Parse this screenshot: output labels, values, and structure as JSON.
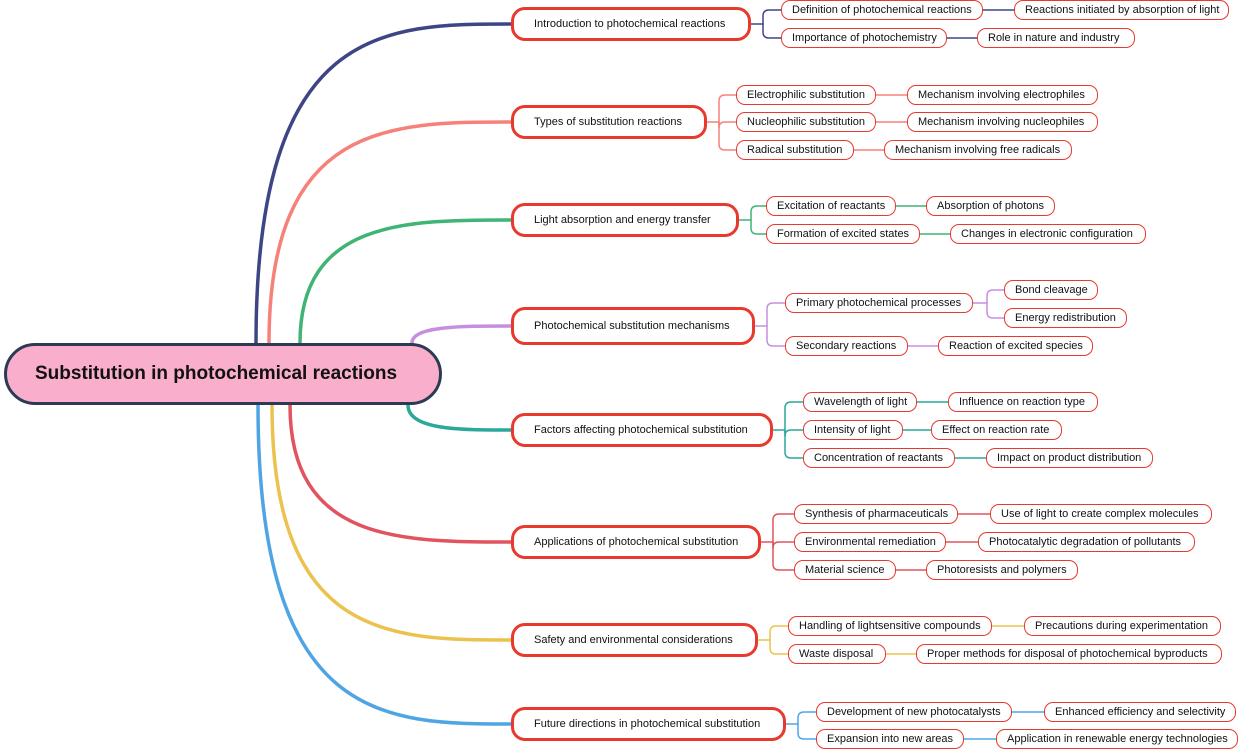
{
  "root": {
    "label": "Substitution in photochemical reactions"
  },
  "branches": [
    {
      "label": "Introduction to photochemical reactions",
      "color": "#3d4585",
      "children": [
        {
          "label": "Definition of photochemical reactions",
          "detail": "Reactions initiated by absorption of light"
        },
        {
          "label": "Importance of photochemistry",
          "detail": "Role in nature and industry"
        }
      ]
    },
    {
      "label": "Types of substitution reactions",
      "color": "#f6807a",
      "children": [
        {
          "label": "Electrophilic substitution",
          "detail": "Mechanism involving electrophiles"
        },
        {
          "label": "Nucleophilic substitution",
          "detail": "Mechanism involving nucleophiles"
        },
        {
          "label": "Radical substitution",
          "detail": "Mechanism involving free radicals"
        }
      ]
    },
    {
      "label": "Light absorption and energy transfer",
      "color": "#40b474",
      "children": [
        {
          "label": "Excitation of reactants",
          "detail": "Absorption of photons"
        },
        {
          "label": "Formation of excited states",
          "detail": "Changes in electronic configuration"
        }
      ]
    },
    {
      "label": "Photochemical substitution mechanisms",
      "color": "#c48fe0",
      "children": [
        {
          "label": "Primary photochemical processes",
          "details": [
            "Bond cleavage",
            "Energy redistribution"
          ]
        },
        {
          "label": "Secondary reactions",
          "detail": "Reaction of excited species"
        }
      ]
    },
    {
      "label": "Factors affecting photochemical substitution",
      "color": "#2aa89a",
      "children": [
        {
          "label": "Wavelength of light",
          "detail": "Influence on reaction type"
        },
        {
          "label": "Intensity of light",
          "detail": "Effect on reaction rate"
        },
        {
          "label": "Concentration of reactants",
          "detail": "Impact on product distribution"
        }
      ]
    },
    {
      "label": "Applications of photochemical substitution",
      "color": "#e0535f",
      "children": [
        {
          "label": "Synthesis of pharmaceuticals",
          "detail": "Use of light to create complex molecules"
        },
        {
          "label": "Environmental remediation",
          "detail": "Photocatalytic degradation of pollutants"
        },
        {
          "label": "Material science",
          "detail": "Photoresists and polymers"
        }
      ]
    },
    {
      "label": "Safety and environmental considerations",
      "color": "#ecc24e",
      "children": [
        {
          "label": "Handling of lightsensitive compounds",
          "detail": "Precautions during experimentation"
        },
        {
          "label": "Waste disposal",
          "detail": "Proper methods for disposal of photochemical byproducts"
        }
      ]
    },
    {
      "label": "Future directions in photochemical substitution",
      "color": "#4fa5e3",
      "children": [
        {
          "label": "Development of new photocatalysts",
          "detail": "Enhanced efficiency and selectivity"
        },
        {
          "label": "Expansion into new areas",
          "detail": "Application in renewable energy technologies"
        }
      ]
    }
  ]
}
